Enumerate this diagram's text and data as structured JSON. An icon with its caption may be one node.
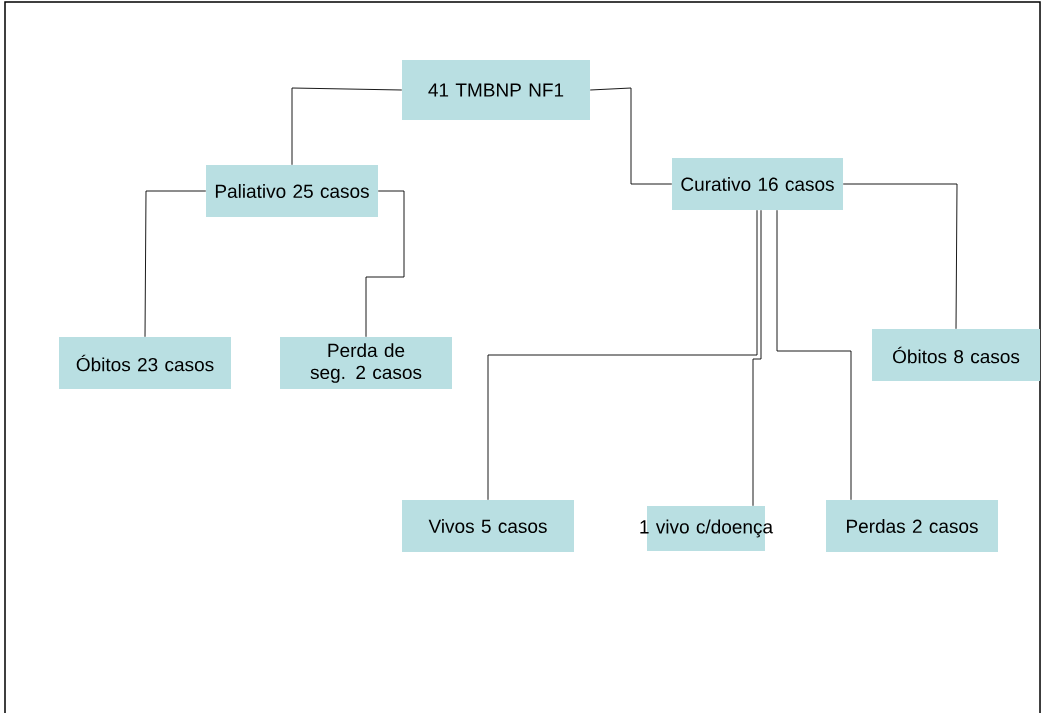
{
  "diagram": {
    "nodes": [
      {
        "text": [
          "41 TMBNP NF1"
        ]
      },
      {
        "text": [
          "Paliativo 25 casos"
        ]
      },
      {
        "text": [
          "Curativo 16 casos"
        ]
      },
      {
        "text": [
          "Óbitos 23 casos"
        ]
      },
      {
        "text": [
          "Perda de seg. 2 casos"
        ]
      },
      {
        "text": [
          "Óbitos 8 casos"
        ]
      },
      {
        "text": [
          "Vivos 5 casos"
        ]
      },
      {
        "text": [
          "1 vivo c/doença"
        ]
      },
      {
        "text": [
          "Perdas 2 casos"
        ]
      }
    ],
    "edges": [
      {
        "from": 0,
        "to": 1,
        "arrow": "none"
      },
      {
        "from": 0,
        "to": 2,
        "arrow": "none"
      },
      {
        "from": 1,
        "to": 3,
        "arrow": "none"
      },
      {
        "from": 1,
        "to": 4,
        "arrow": "none"
      },
      {
        "from": 2,
        "to": 5,
        "arrow": "none"
      },
      {
        "from": 2,
        "to": 6,
        "arrow": "none"
      },
      {
        "from": 2,
        "to": 7,
        "arrow": "none"
      },
      {
        "from": 2,
        "to": 8,
        "arrow": "none"
      }
    ]
  }
}
